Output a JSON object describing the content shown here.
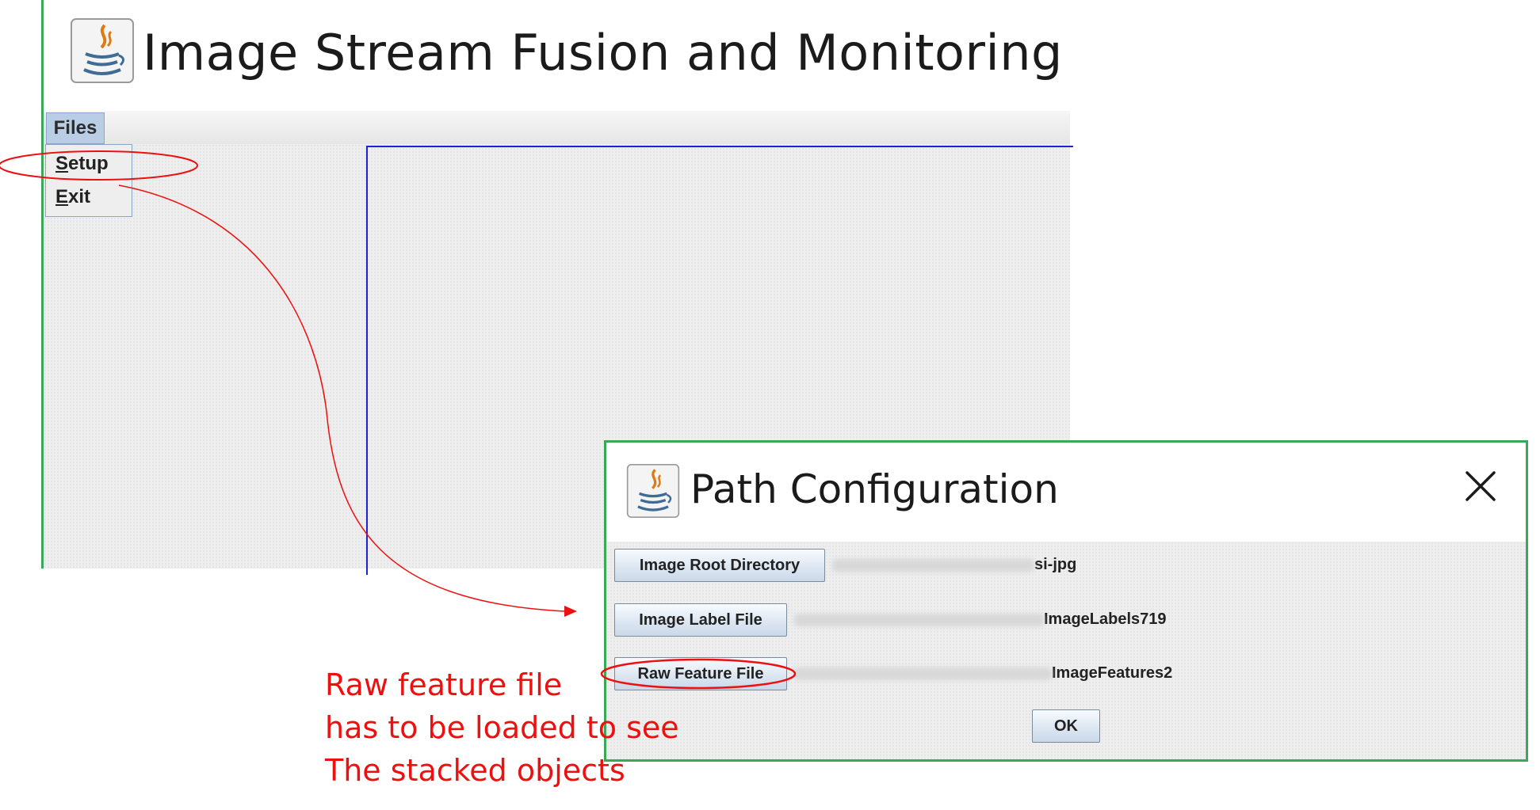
{
  "main_window": {
    "title": "Image Stream Fusion and Monitoring",
    "icon": "java-icon",
    "menu": {
      "files_label": "Files",
      "items": [
        {
          "label": "Setup",
          "mnemonic": "S",
          "rest": "etup"
        },
        {
          "label": "Exit",
          "mnemonic": "E",
          "rest": "xit"
        }
      ]
    }
  },
  "dialog": {
    "title": "Path Configuration",
    "icon": "java-icon",
    "close_icon": "close-icon",
    "rows": [
      {
        "button": "Image Root Directory",
        "value": "si-jpg"
      },
      {
        "button": "Image Label File",
        "value": "ImageLabels719"
      },
      {
        "button": "Raw Feature File",
        "value": "ImageFeatures2"
      }
    ],
    "ok_label": "OK"
  },
  "annotation": {
    "lines": [
      "Raw feature file",
      "has to be loaded to see",
      "The stacked objects"
    ],
    "color": "#ee1010"
  },
  "colors": {
    "window_border": "#3aa85a",
    "panel_border": "#2020d8",
    "menu_highlight": "#b9cde5"
  }
}
